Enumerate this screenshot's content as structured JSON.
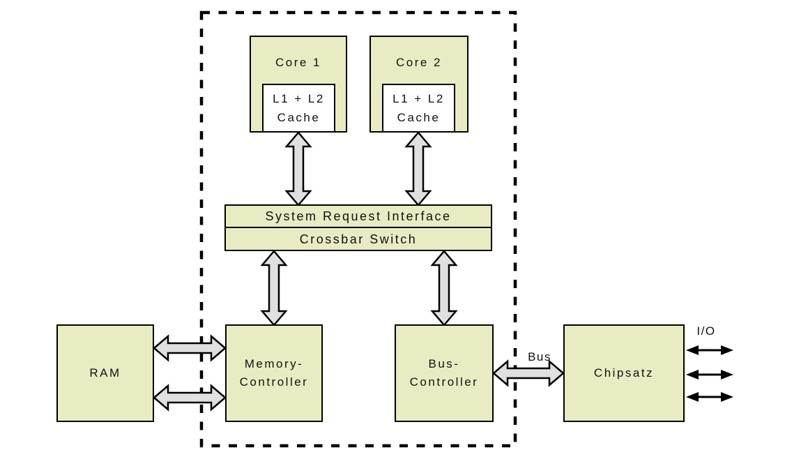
{
  "diagram": {
    "colors": {
      "box_fill": "#e9ecc3",
      "cache_fill": "#ffffff",
      "arrow_fill": "#e0e0e0",
      "outline": "#000000",
      "background": "#ffffff"
    },
    "nodes": {
      "core1": {
        "label": "Core 1"
      },
      "core2": {
        "label": "Core 2"
      },
      "cache1": {
        "line1": "L1 + L2",
        "line2": "Cache"
      },
      "cache2": {
        "line1": "L1 + L2",
        "line2": "Cache"
      },
      "sri": {
        "label": "System Request Interface"
      },
      "crossbar": {
        "label": "Crossbar Switch"
      },
      "ram": {
        "label": "RAM"
      },
      "memory_controller": {
        "line1": "Memory-",
        "line2": "Controller"
      },
      "bus_controller": {
        "line1": "Bus-",
        "line2": "Controller"
      },
      "chipsatz": {
        "label": "Chipsatz"
      }
    },
    "edge_labels": {
      "bus": "Bus",
      "io": "I/O"
    }
  }
}
